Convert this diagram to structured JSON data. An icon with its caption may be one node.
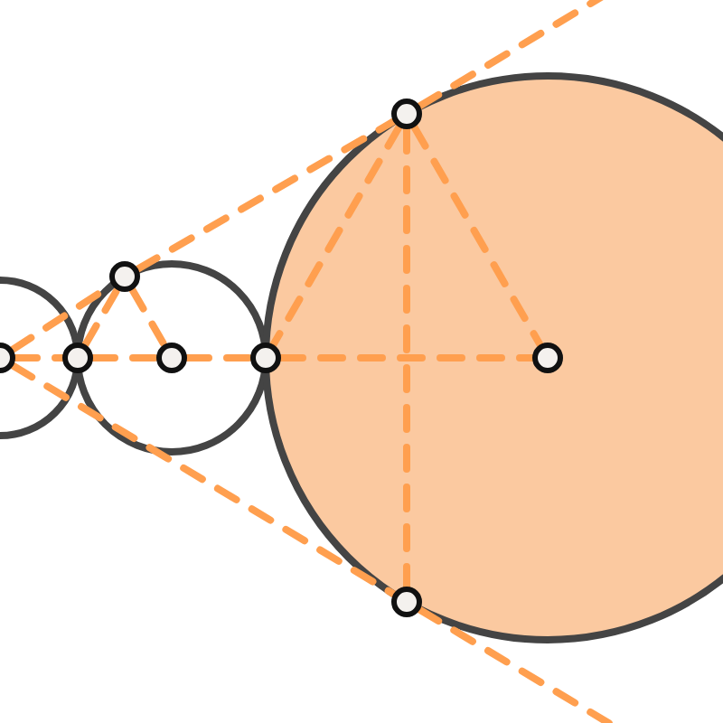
{
  "diagram": {
    "nodes": [
      {
        "text": [],
        "shape": "circle"
      },
      {
        "text": [],
        "shape": "circle"
      },
      {
        "text": [],
        "shape": "circle"
      },
      {
        "text": [],
        "shape": "point",
        "in": 0
      },
      {
        "text": [],
        "shape": "point"
      },
      {
        "text": [],
        "shape": "point"
      },
      {
        "text": [],
        "shape": "point",
        "in": 1
      },
      {
        "text": [],
        "shape": "point"
      },
      {
        "text": [],
        "shape": "point"
      },
      {
        "text": [],
        "shape": "point",
        "in": 2
      },
      {
        "text": [],
        "shape": "point"
      }
    ],
    "edges": [
      {
        "from": 3,
        "to": 4,
        "arrow": "none",
        "style": "dashed"
      },
      {
        "from": 4,
        "to": 6,
        "arrow": "none",
        "style": "dashed"
      },
      {
        "from": 6,
        "to": 7,
        "arrow": "none",
        "style": "dashed"
      },
      {
        "from": 7,
        "to": 9,
        "arrow": "none",
        "style": "dashed"
      },
      {
        "from": 3,
        "to": 5,
        "arrow": "none",
        "style": "dashed"
      },
      {
        "from": 5,
        "to": 8,
        "arrow": "none",
        "style": "dashed"
      },
      {
        "from": 8,
        "to": null,
        "arrow": "none",
        "style": "dashed"
      },
      {
        "from": 3,
        "to": 10,
        "arrow": "none",
        "style": "dashed"
      },
      {
        "from": 10,
        "to": null,
        "arrow": "none",
        "style": "dashed"
      },
      {
        "from": 4,
        "to": 5,
        "arrow": "none",
        "style": "dashed"
      },
      {
        "from": 5,
        "to": 6,
        "arrow": "none",
        "style": "dashed"
      },
      {
        "from": 8,
        "to": 7,
        "arrow": "none",
        "style": "dashed"
      },
      {
        "from": 8,
        "to": 9,
        "arrow": "none",
        "style": "dashed"
      },
      {
        "from": 8,
        "to": 10,
        "arrow": "none",
        "style": "dashed"
      }
    ]
  }
}
